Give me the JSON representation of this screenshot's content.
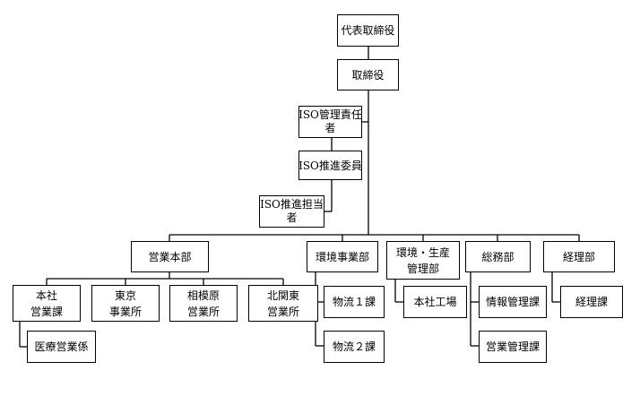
{
  "diagram": {
    "type": "organization-chart",
    "nodes": {
      "ceo": "代表取締役",
      "director": "取締役",
      "iso_manager": [
        "ISO管理責任",
        "者"
      ],
      "iso_committee": "ISO推進委員",
      "iso_staff": [
        "ISO推進担当",
        "者"
      ],
      "sales_hq": "営業本部",
      "env_dept": "環境事業部",
      "env_prod": [
        "環境・生産",
        "管理部"
      ],
      "general_affairs": "総務部",
      "accounting": "経理部",
      "hq_sales": [
        "本社",
        "営業課"
      ],
      "tokyo": [
        "東京",
        "事業所"
      ],
      "sagamihara": [
        "相模原",
        "営業所"
      ],
      "kitakanto": [
        "北関東",
        "営業所"
      ],
      "medical": "医療営業係",
      "logistics1": "物流１課",
      "logistics2": "物流２課",
      "factory": "本社工場",
      "info_mgmt": "情報管理課",
      "sales_mgmt": "営業管理課",
      "accounting_sec": "経理課"
    }
  }
}
